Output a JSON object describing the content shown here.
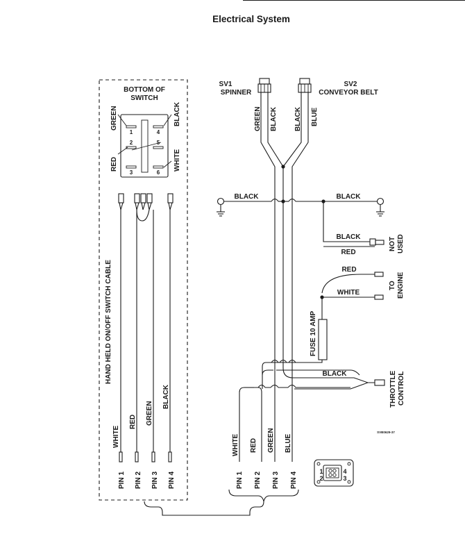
{
  "header": {
    "top_fragment": "",
    "title": "Electrical System"
  },
  "switch_panel": {
    "heading_line1": "BOTTOM OF",
    "heading_line2": "SWITCH",
    "terminals": [
      "1",
      "2",
      "3",
      "4",
      "5",
      "6"
    ],
    "wire_labels": {
      "green": "GREEN",
      "red": "RED",
      "black": "BLACK",
      "white": "WHITE"
    },
    "cable_label": "HAND HELD ON/OFF SWITCH CABLE",
    "pin_wires": [
      "WHITE",
      "RED",
      "GREEN",
      "BLACK"
    ],
    "pins": [
      "PIN 1",
      "PIN 2",
      "PIN 3",
      "PIN 4"
    ]
  },
  "valves": {
    "sv1_name": "SV1",
    "sv1_label": "SPINNER",
    "sv2_name": "SV2",
    "sv2_label": "CONVEYOR BELT",
    "sv1_wires": [
      "GREEN",
      "BLACK"
    ],
    "sv2_wires": [
      "BLACK",
      "BLUE"
    ]
  },
  "harness": {
    "ground_left_label": "BLACK",
    "ground_right_label": "BLACK",
    "not_used_black": "BLACK",
    "not_used_red": "RED",
    "not_used_line1": "NOT",
    "not_used_line2": "USED",
    "engine_red": "RED",
    "engine_white": "WHITE",
    "engine_line1": "TO",
    "engine_line2": "ENGINE",
    "fuse_label": "FUSE 10 AMP",
    "throttle_black": "BLACK",
    "throttle_line1": "THROTTLE",
    "throttle_line2": "CONTROL",
    "part_number": "SVB0629-37",
    "pin_wires": [
      "WHITE",
      "RED",
      "GREEN",
      "BLUE"
    ],
    "pins": [
      "PIN 1",
      "PIN 2",
      "PIN 3",
      "PIN 4"
    ]
  },
  "connector_face": {
    "pins": [
      "1",
      "2",
      "3",
      "4"
    ]
  },
  "colors": {
    "ink": "#1a1a1a",
    "background": "#ffffff"
  }
}
